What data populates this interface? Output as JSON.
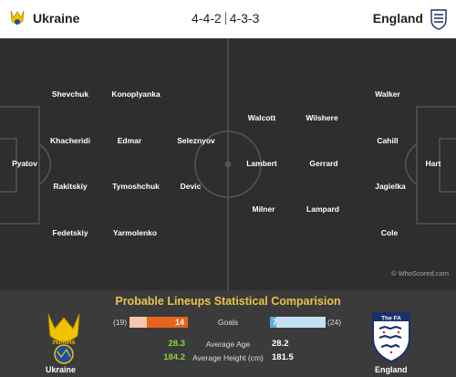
{
  "header": {
    "home_team": "Ukraine",
    "away_team": "England",
    "home_formation": "4-4-2",
    "away_formation": "4-3-3"
  },
  "lineups": {
    "home": [
      {
        "name": "Shevchuk"
      },
      {
        "name": "Konoplyanka"
      },
      {
        "name": "Khacheridi"
      },
      {
        "name": "Edmar"
      },
      {
        "name": "Seleznyov"
      },
      {
        "name": "Pyatov"
      },
      {
        "name": "Rakitskiy"
      },
      {
        "name": "Tymoshchuk"
      },
      {
        "name": "Devic"
      },
      {
        "name": "Fedetskiy"
      },
      {
        "name": "Yarmolenko"
      }
    ],
    "away": [
      {
        "name": "Walker"
      },
      {
        "name": "Walcott"
      },
      {
        "name": "Wilshere"
      },
      {
        "name": "Cahill"
      },
      {
        "name": "Lambert"
      },
      {
        "name": "Gerrard"
      },
      {
        "name": "Hart"
      },
      {
        "name": "Jagielka"
      },
      {
        "name": "Milner"
      },
      {
        "name": "Lampard"
      },
      {
        "name": "Cole"
      }
    ]
  },
  "watermark": "© WhoScored.com",
  "comparison": {
    "title": "Probable Lineups Statistical Comparision",
    "home_label": "Ukraine",
    "away_label": "England",
    "goals": {
      "label": "Goals",
      "home_rank": "(19)",
      "home_value": "14",
      "away_value": "7",
      "away_rank": "(24)",
      "home_fill": 0.7,
      "away_fill": 0.12
    },
    "age": {
      "label": "Average Age",
      "home": "28.3",
      "away": "28.2"
    },
    "height": {
      "label": "Average Height (cm)",
      "home": "184.2",
      "away": "181.5"
    },
    "crest_texts": {
      "home": "УКРАЇНА",
      "away": "The FA"
    }
  },
  "colors": {
    "home_bar": "#e8631c",
    "home_bar_bg": "#f3c6ad",
    "away_bar": "#5aaee0",
    "away_bar_bg": "#c4e0f3",
    "title": "#e8c24a",
    "stat_green": "#8fd33b"
  }
}
